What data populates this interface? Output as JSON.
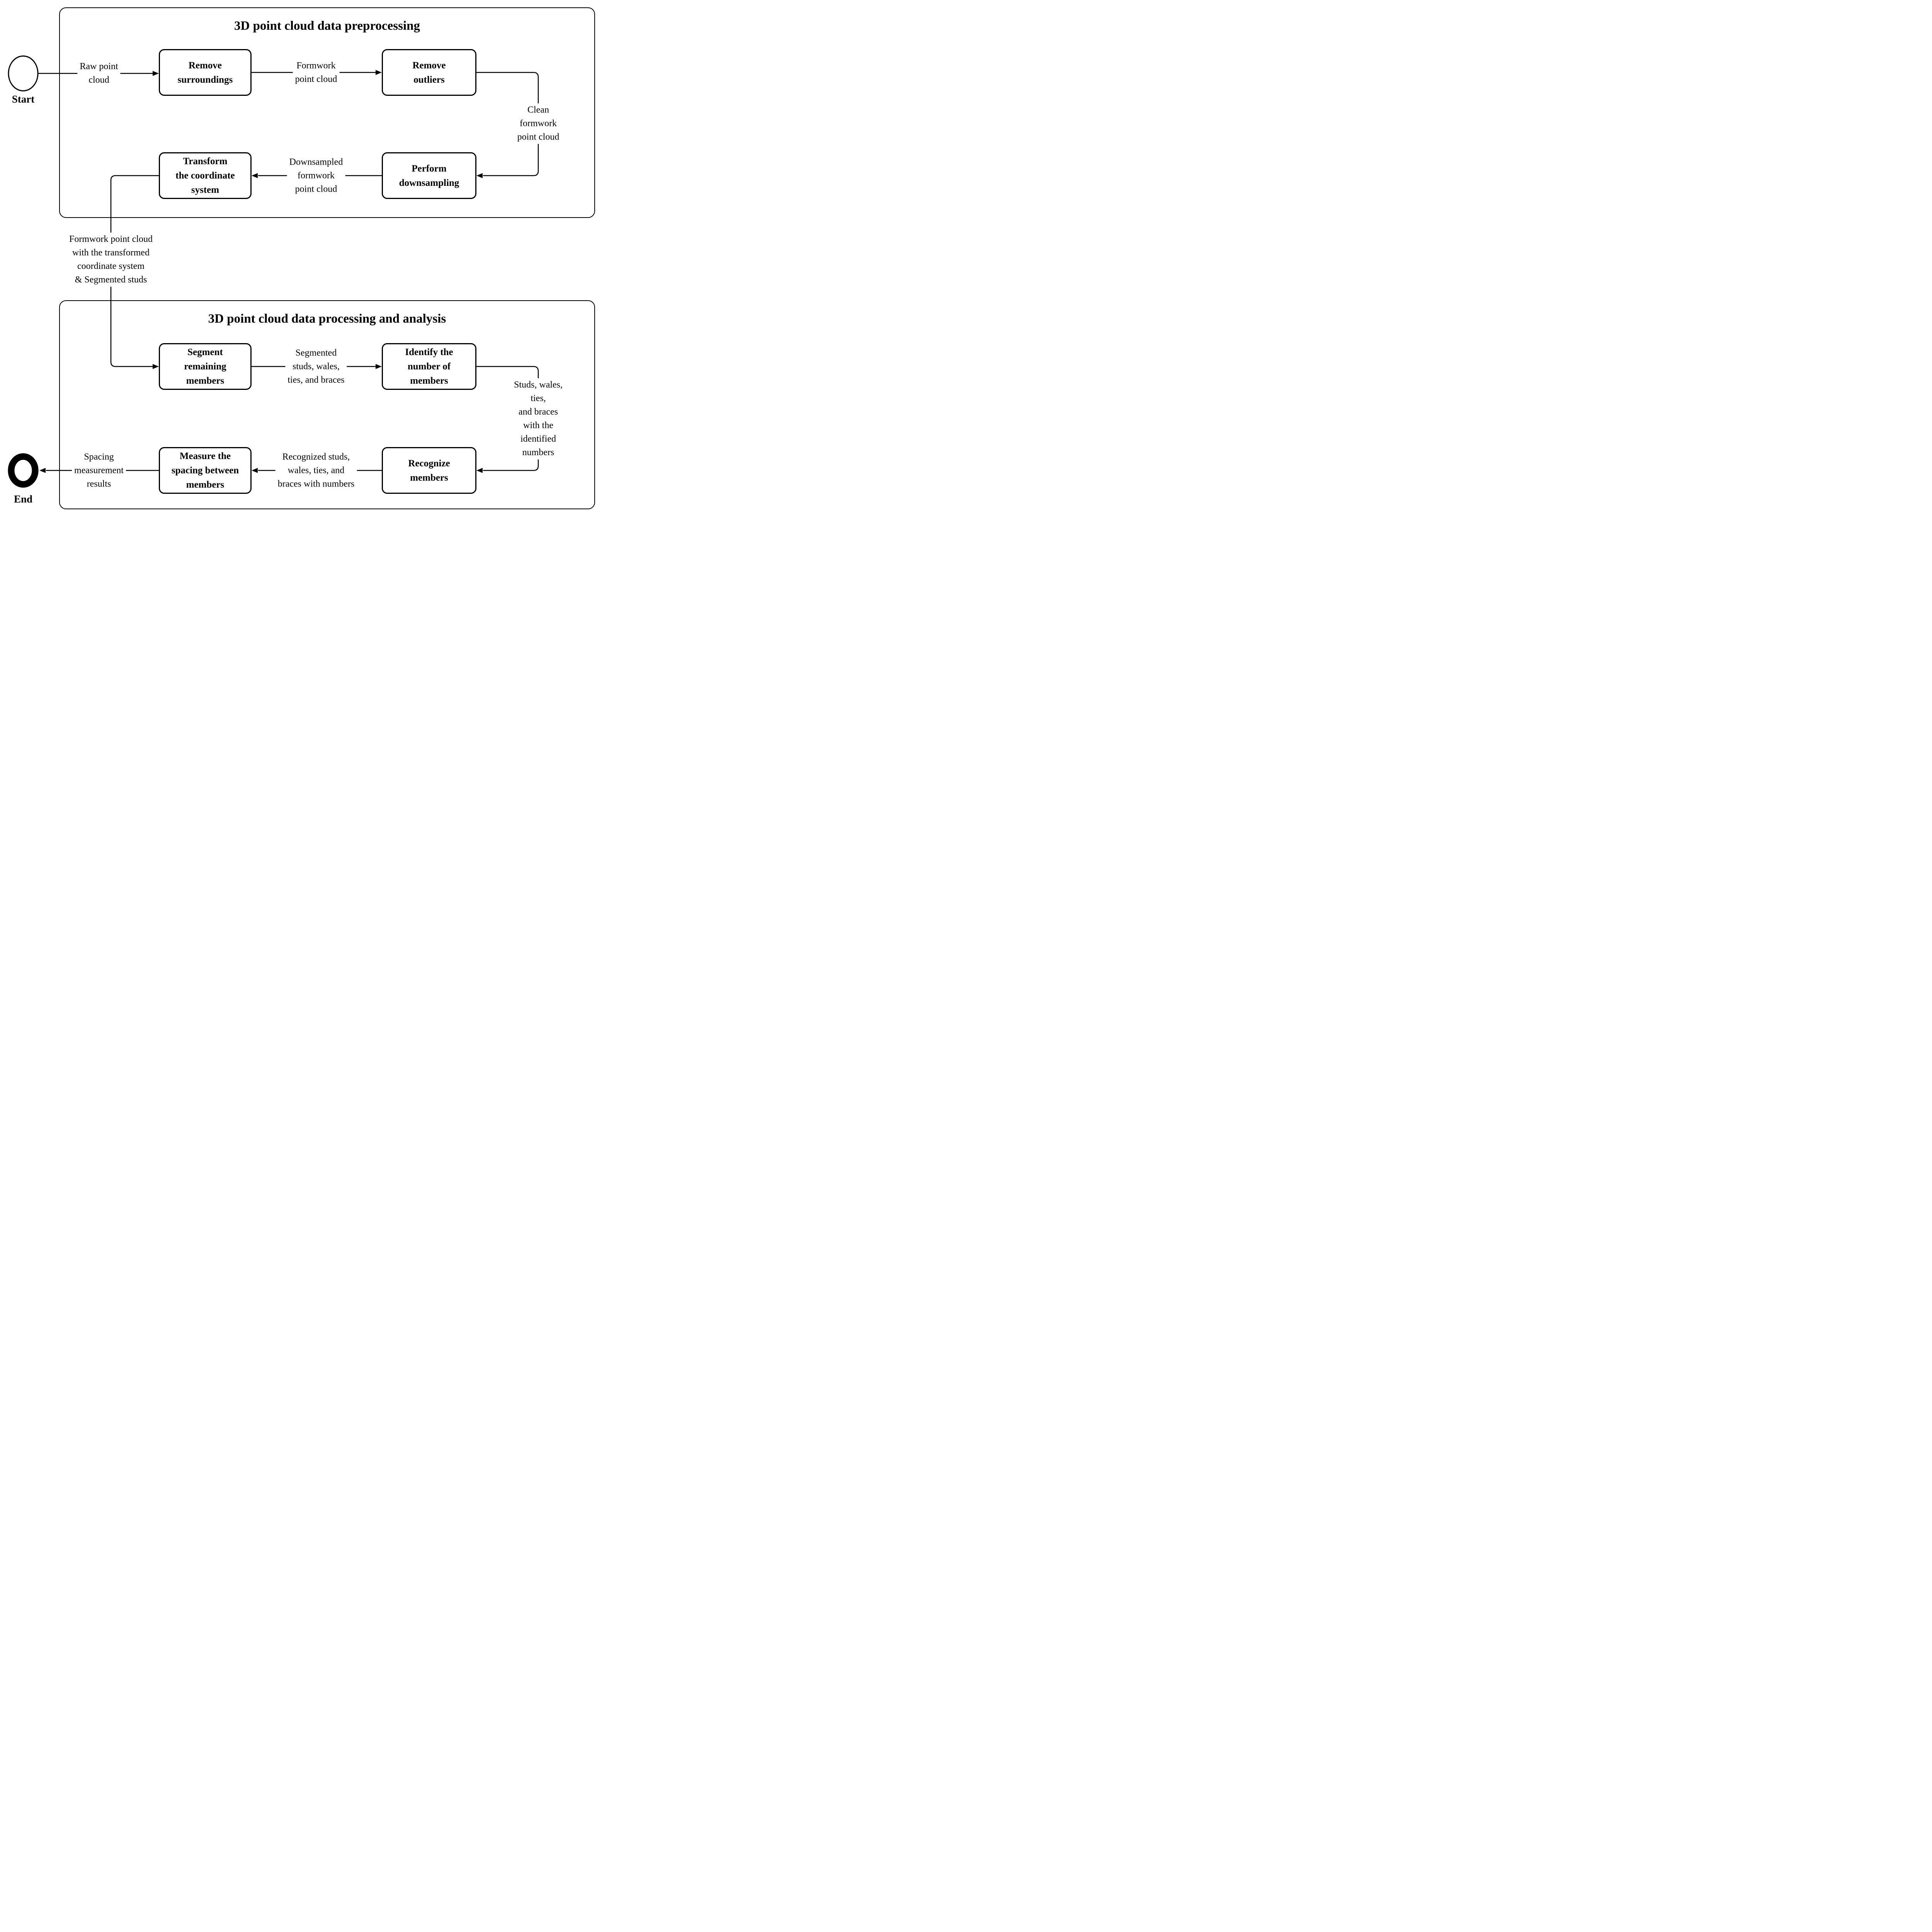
{
  "diagram": {
    "background_color": "#ffffff",
    "line_color": "#000000",
    "sections": {
      "preprocessing": {
        "title": "3D point cloud data preprocessing"
      },
      "processing": {
        "title": "3D point cloud data processing and analysis"
      }
    },
    "terminals": {
      "start": "Start",
      "end": "End"
    },
    "boxes": {
      "remove_surroundings": "Remove\nsurroundings",
      "remove_outliers": "Remove\noutliers",
      "transform_coordinate_system": "Transform\nthe coordinate\nsystem",
      "perform_downsampling": "Perform\ndownsampling",
      "segment_remaining_members": "Segment\nremaining\nmembers",
      "identify_number_of_members": "Identify the\nnumber of\nmembers",
      "measure_spacing_between_members": "Measure the\nspacing between\nmembers",
      "recognize_members": "Recognize\nmembers"
    },
    "edge_labels": {
      "raw_point_cloud": "Raw point\ncloud",
      "formwork_point_cloud": "Formwork\npoint cloud",
      "clean_formwork_point_cloud": "Clean formwork\npoint cloud",
      "downsampled_formwork_point_cloud": "Downsampled\nformwork\npoint cloud",
      "transformed_and_segmented": "Formwork point cloud\nwith the transformed\ncoordinate system\n& Segmented studs",
      "segmented_members": "Segmented\nstuds, wales,\nties, and braces",
      "identified_numbers": "Studs, wales, ties,\nand braces with the\nidentified numbers",
      "recognized_members": "Recognized studs,\nwales, ties, and\nbraces with numbers",
      "spacing_results": "Spacing\nmeasurement\nresults"
    }
  }
}
